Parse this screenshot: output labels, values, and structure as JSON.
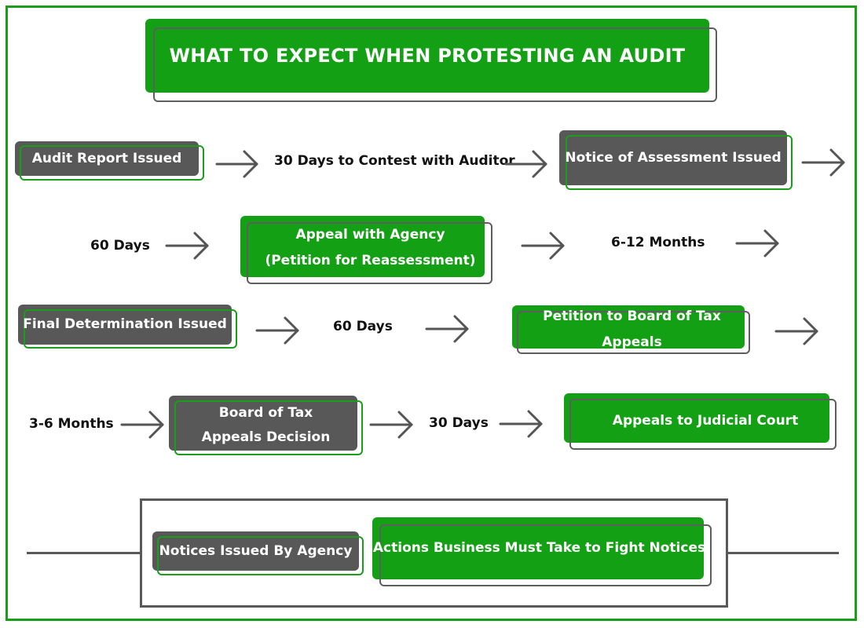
{
  "title": "WHAT TO EXPECT WHEN PROTESTING AN AUDIT",
  "steps": {
    "audit_report": "Audit Report Issued",
    "contest_auditor": "30 Days to Contest with Auditor",
    "notice_assessment": "Notice of Assessment Issued",
    "sixty_days_1": "60 Days",
    "appeal_agency_line1": "Appeal with Agency",
    "appeal_agency_line2": "(Petition for Reassessment)",
    "six_twelve_months": "6-12 Months",
    "final_determination": "Final Determination Issued",
    "sixty_days_2": "60 Days",
    "petition_board": "Petition to Board of Tax Appeals",
    "three_six_months": "3-6 Months",
    "board_decision_line1": "Board of Tax",
    "board_decision_line2": "Appeals Decision",
    "thirty_days": "30 Days",
    "judicial_court": "Appeals to Judicial Court"
  },
  "legend": {
    "notices": "Notices Issued By Agency",
    "actions": "Actions Business Must Take to Fight Notices"
  },
  "colors": {
    "green": "#14a014",
    "gray": "#585858",
    "frame": "#1a9e1a"
  }
}
